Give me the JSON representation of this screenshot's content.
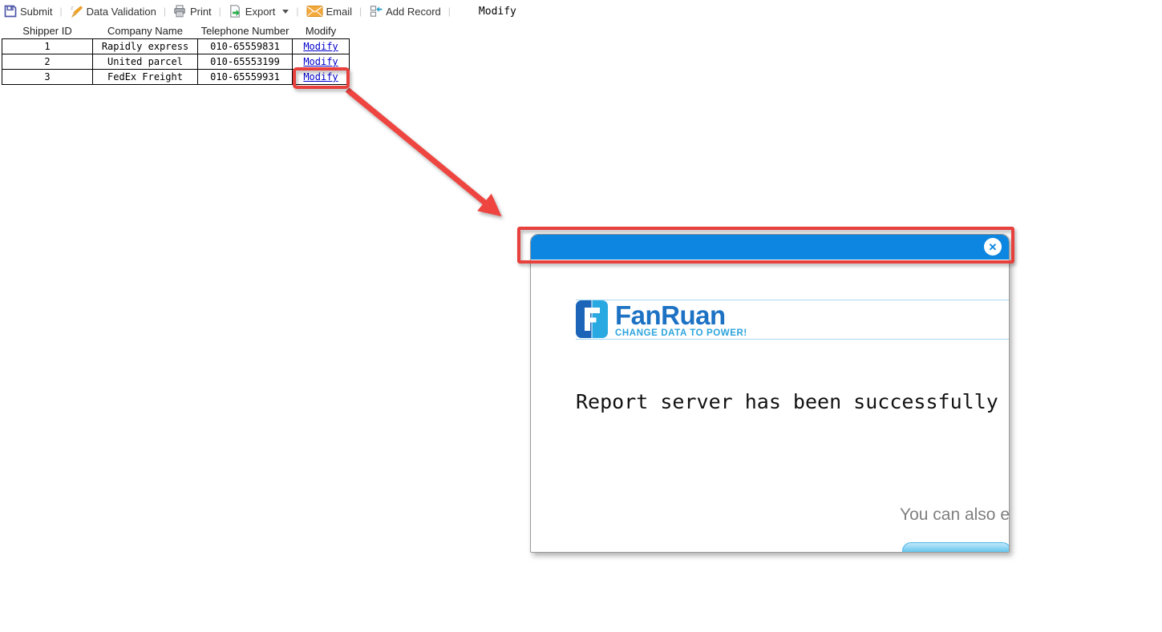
{
  "toolbar": {
    "separator": "|",
    "items": [
      {
        "label": "Submit",
        "icon": "save-icon"
      },
      {
        "label": "Data Validation",
        "icon": "validation-pen-icon"
      },
      {
        "label": "Print",
        "icon": "printer-icon"
      },
      {
        "label": "Export",
        "icon": "export-icon",
        "has_dropdown": true
      },
      {
        "label": "Email",
        "icon": "email-icon"
      },
      {
        "label": "Add Record",
        "icon": "add-record-icon"
      }
    ],
    "mode_label": "Modify"
  },
  "table": {
    "columns": [
      "Shipper ID",
      "Company Name",
      "Telephone Number",
      "Modify"
    ],
    "rows": [
      {
        "shipper_id": "1",
        "company_name": "Rapidly express",
        "telephone": "010-65559831",
        "action": "Modify"
      },
      {
        "shipper_id": "2",
        "company_name": "United parcel",
        "telephone": "010-65553199",
        "action": "Modify"
      },
      {
        "shipper_id": "3",
        "company_name": "FedEx Freight",
        "telephone": "010-65559931",
        "action": "Modify"
      }
    ]
  },
  "dialog": {
    "close_glyph": "✕",
    "logo": {
      "brand": "FanRuan",
      "tagline": "CHANGE DATA TO POWER!"
    },
    "message": "Report server has been successfully",
    "secondary_text": "You can also e"
  },
  "colors": {
    "titlebar_blue": "#0c86e0",
    "annotation_red": "#e8403c",
    "link_blue": "#0000cc",
    "brand_dark_blue": "#1b64b7",
    "brand_light_blue": "#29a9e1",
    "button_blue": "#5fc3ee"
  }
}
